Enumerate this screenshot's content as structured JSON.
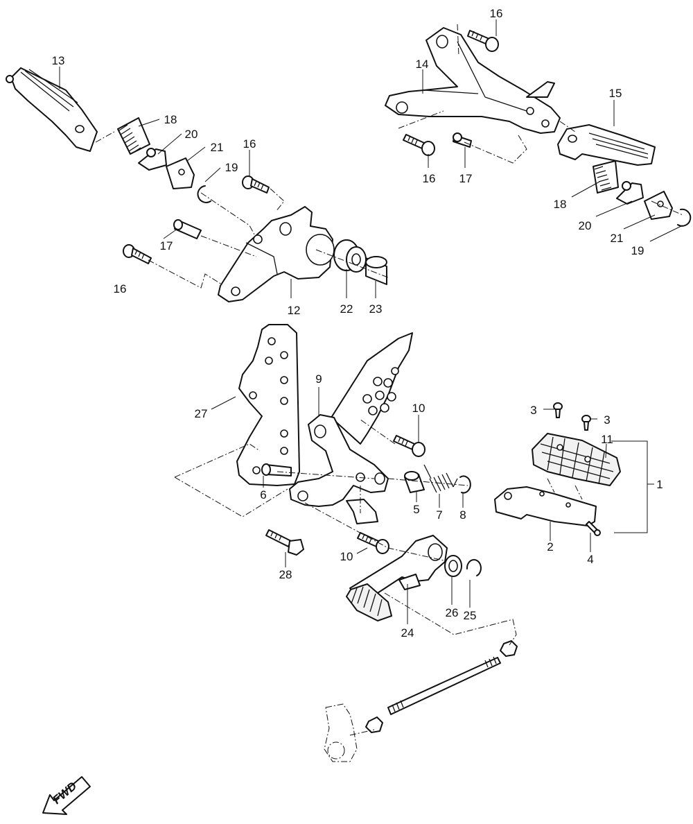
{
  "diagram": {
    "callouts": {
      "c1": "1",
      "c2": "2",
      "c3a": "3",
      "c3b": "3",
      "c4": "4",
      "c5": "5",
      "c6": "6",
      "c7": "7",
      "c8": "8",
      "c9": "9",
      "c10a": "10",
      "c10b": "10",
      "c11": "11",
      "c12": "12",
      "c13": "13",
      "c14": "14",
      "c15": "15",
      "c16a": "16",
      "c16b": "16",
      "c16c": "16",
      "c16d": "16",
      "c17a": "17",
      "c17b": "17",
      "c18a": "18",
      "c18b": "18",
      "c19a": "19",
      "c19b": "19",
      "c20a": "20",
      "c20b": "20",
      "c21a": "21",
      "c21b": "21",
      "c22": "22",
      "c23": "23",
      "c24": "24",
      "c25": "25",
      "c26": "26",
      "c27": "27",
      "c28": "28"
    },
    "direction_label": "FWD",
    "icons": {
      "direction": "arrow-down-left-icon"
    }
  }
}
